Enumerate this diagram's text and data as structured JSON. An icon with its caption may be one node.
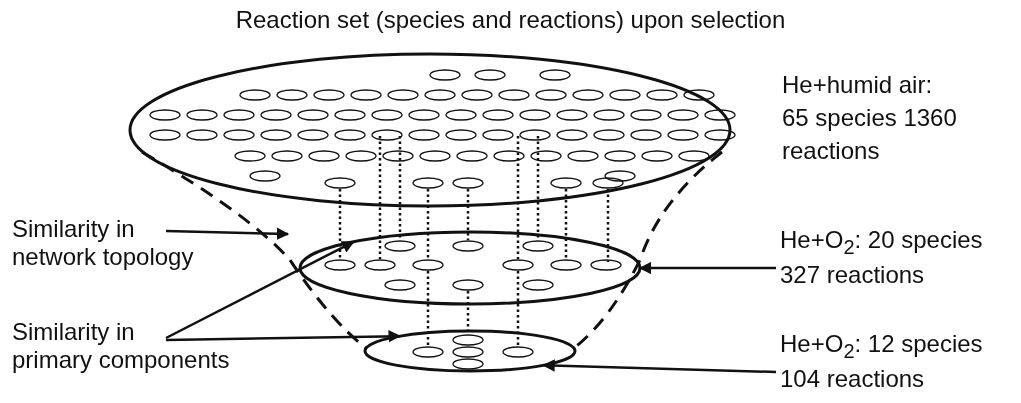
{
  "diagram": {
    "title": "Reaction set (species and reactions) upon selection",
    "nodes": [
      {
        "text": [],
        "shape": "ellipse",
        "beside": [
          "He+humid air: 65 species 1360 reactions"
        ]
      },
      {
        "text": [],
        "shape": "ellipse"
      },
      {
        "text": [],
        "shape": "ellipse"
      },
      {
        "text": [
          "He+O$_{2}$: 20 species 327 reactions"
        ]
      },
      {
        "text": [
          "He+O$_{2}$: 12 species 104 reactions"
        ]
      },
      {
        "text": [
          "Similarity in network topology"
        ]
      },
      {
        "text": [
          "Similarity in primary components"
        ]
      }
    ],
    "edges": [
      {
        "from": 3,
        "to": 1,
        "arrow": "to"
      },
      {
        "from": 4,
        "to": 2,
        "arrow": "to"
      },
      {
        "from": 5,
        "to": null,
        "arrow": "to"
      },
      {
        "from": 6,
        "to": 1,
        "arrow": "to"
      },
      {
        "from": 6,
        "to": 2,
        "arrow": "to"
      },
      {
        "from": 0,
        "to": 1,
        "arrow": "none",
        "style": "dashed"
      },
      {
        "from": 0,
        "to": 1,
        "arrow": "none",
        "style": "dashed"
      },
      {
        "from": 0,
        "to": 1,
        "arrow": "none",
        "style": "dashed"
      },
      {
        "from": 0,
        "to": 1,
        "arrow": "none",
        "style": "dashed"
      },
      {
        "from": 0,
        "to": 1,
        "arrow": "none",
        "style": "dashed"
      },
      {
        "from": 0,
        "to": 1,
        "arrow": "none",
        "style": "dashed"
      },
      {
        "from": 0,
        "to": 1,
        "arrow": "none",
        "style": "dashed"
      },
      {
        "from": 0,
        "to": 1,
        "arrow": "none",
        "style": "dashed"
      },
      {
        "from": 0,
        "to": 1,
        "arrow": "none",
        "style": "dashed"
      },
      {
        "from": 1,
        "to": 2,
        "arrow": "none",
        "style": "dashed"
      },
      {
        "from": 1,
        "to": 2,
        "arrow": "none",
        "style": "dashed"
      },
      {
        "from": 1,
        "to": 2,
        "arrow": "none",
        "style": "dashed"
      }
    ]
  }
}
